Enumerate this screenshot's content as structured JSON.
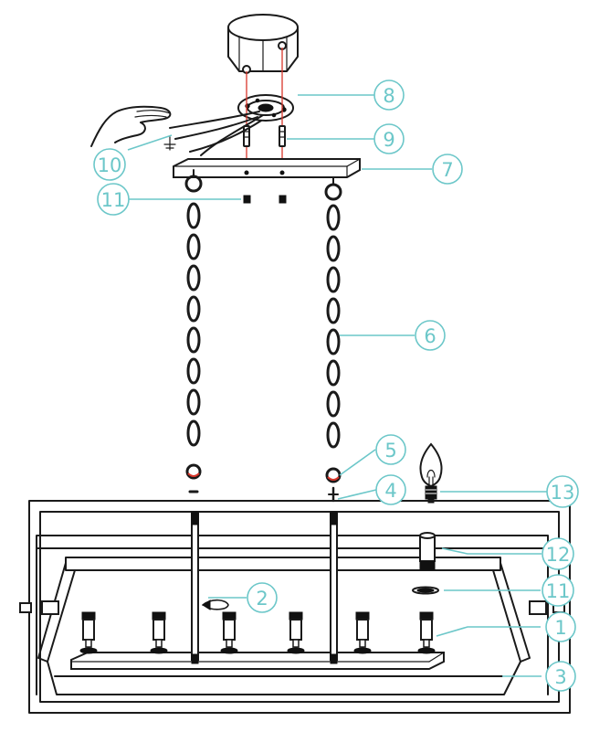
{
  "callouts": [
    {
      "id": "c1",
      "label": "1"
    },
    {
      "id": "c2",
      "label": "2"
    },
    {
      "id": "c3",
      "label": "3"
    },
    {
      "id": "c4",
      "label": "4"
    },
    {
      "id": "c5",
      "label": "5"
    },
    {
      "id": "c6",
      "label": "6"
    },
    {
      "id": "c7",
      "label": "7"
    },
    {
      "id": "c8",
      "label": "8"
    },
    {
      "id": "c9",
      "label": "9"
    },
    {
      "id": "c10",
      "label": "10"
    },
    {
      "id": "c11a",
      "label": "11"
    },
    {
      "id": "c11b",
      "label": "11"
    },
    {
      "id": "c12",
      "label": "12"
    },
    {
      "id": "c13",
      "label": "13"
    }
  ],
  "colors": {
    "line": "#1a1a1a",
    "callout": "#6cc7c9",
    "guide": "#d9362b"
  },
  "icons": {
    "hand": "hand-icon",
    "bulb": "candelabra-bulb-icon",
    "ground": "ground-symbol-icon"
  }
}
